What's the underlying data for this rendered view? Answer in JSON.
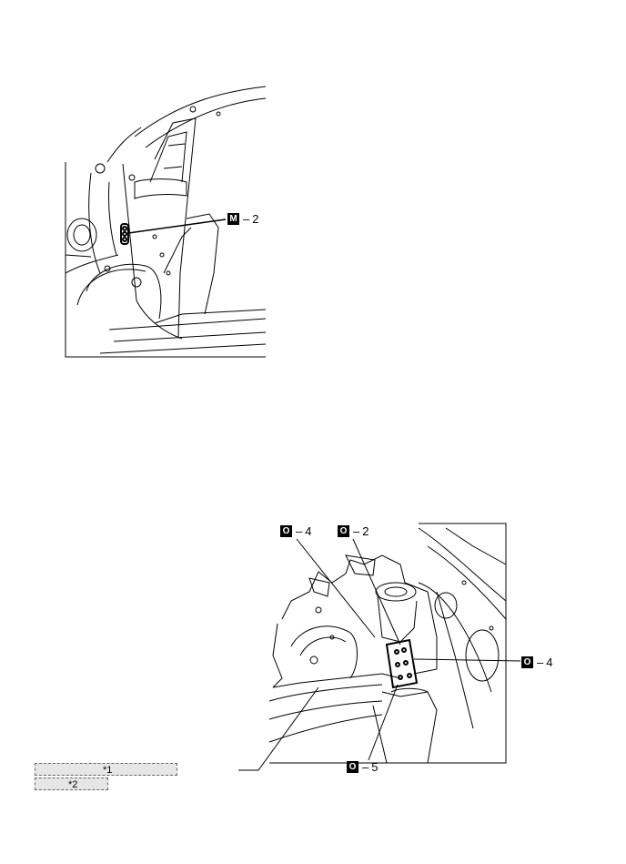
{
  "callouts": {
    "top": {
      "mark": "M",
      "num": "2"
    },
    "bl4": {
      "mark": "O",
      "num": "4"
    },
    "b2": {
      "mark": "O",
      "num": "2"
    },
    "r4": {
      "mark": "O",
      "num": "4"
    },
    "b5": {
      "mark": "O",
      "num": "5"
    }
  },
  "legend": {
    "item1": "*1",
    "item2": "*2"
  },
  "colors": {
    "line": "#000000",
    "legend_fill": "#e6e6e6"
  }
}
